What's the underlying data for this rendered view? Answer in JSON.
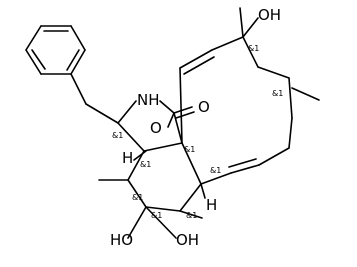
{
  "atom_labels": {
    "nh": "NH",
    "oh_top": "OH",
    "oh_bottom_left": "HO",
    "oh_bottom_right": "OH",
    "o_ester": "O",
    "o_carbonyl": "O",
    "h_upper": "H",
    "h_lower": "H"
  },
  "stereo_marks": [
    {
      "label": "&1",
      "name": "stereo-c-hydroxy-top"
    },
    {
      "label": "&1",
      "name": "stereo-c-methyl-right"
    },
    {
      "label": "&1",
      "name": "stereo-c-benzyl"
    },
    {
      "label": "&1",
      "name": "stereo-c-quaternary-center"
    },
    {
      "label": "&1",
      "name": "stereo-c-ring-junction-left"
    },
    {
      "label": "&1",
      "name": "stereo-c-ring-junction-right"
    },
    {
      "label": "&1",
      "name": "stereo-c-methyl-left"
    },
    {
      "label": "&1",
      "name": "stereo-c-dimethyl-hydroxy"
    },
    {
      "label": "&1",
      "name": "stereo-c-hydroxy-bottom"
    }
  ],
  "colors": {
    "bond": "#000000",
    "background": "#ffffff"
  }
}
